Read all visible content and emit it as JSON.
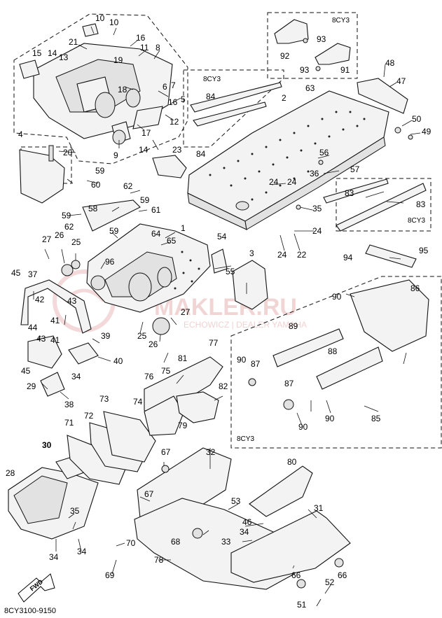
{
  "diagram": {
    "code": "8CY3100-9150",
    "watermark": {
      "main": "MAKLER.RU",
      "sub": "ECHOWICZ | DEALER YAMAHA"
    },
    "fwd_label": "FWD",
    "group_labels": [
      "8CY3",
      "8CY3",
      "8CY3",
      "8CY3"
    ],
    "callouts": [
      "10",
      "10",
      "16",
      "21",
      "14",
      "13",
      "15",
      "11",
      "8",
      "19",
      "7",
      "6",
      "5",
      "18",
      "16",
      "12",
      "17",
      "14",
      "9",
      "4",
      "20",
      "23",
      "92",
      "93",
      "93",
      "91",
      "48",
      "47",
      "84",
      "84",
      "2",
      "63",
      "50",
      "49",
      "56",
      "36",
      "57",
      "24",
      "24",
      "35",
      "83",
      "83",
      "59",
      "60",
      "62",
      "59",
      "61",
      "58",
      "59",
      "62",
      "64",
      "1",
      "65",
      "27",
      "26",
      "25",
      "96",
      "59",
      "54",
      "55",
      "3",
      "24",
      "24",
      "22",
      "45",
      "37",
      "42",
      "43",
      "44",
      "41",
      "43",
      "41",
      "39",
      "40",
      "45",
      "34",
      "29",
      "38",
      "25",
      "26",
      "27",
      "94",
      "95",
      "90",
      "86",
      "89",
      "77",
      "90",
      "87",
      "81",
      "76",
      "75",
      "74",
      "82",
      "79",
      "88",
      "87",
      "90",
      "90",
      "73",
      "72",
      "71",
      "30",
      "28",
      "35",
      "34",
      "34",
      "67",
      "32",
      "67",
      "70",
      "69",
      "68",
      "78",
      "80",
      "53",
      "46",
      "33",
      "34",
      "31",
      "66",
      "66",
      "52",
      "51",
      "85"
    ]
  }
}
